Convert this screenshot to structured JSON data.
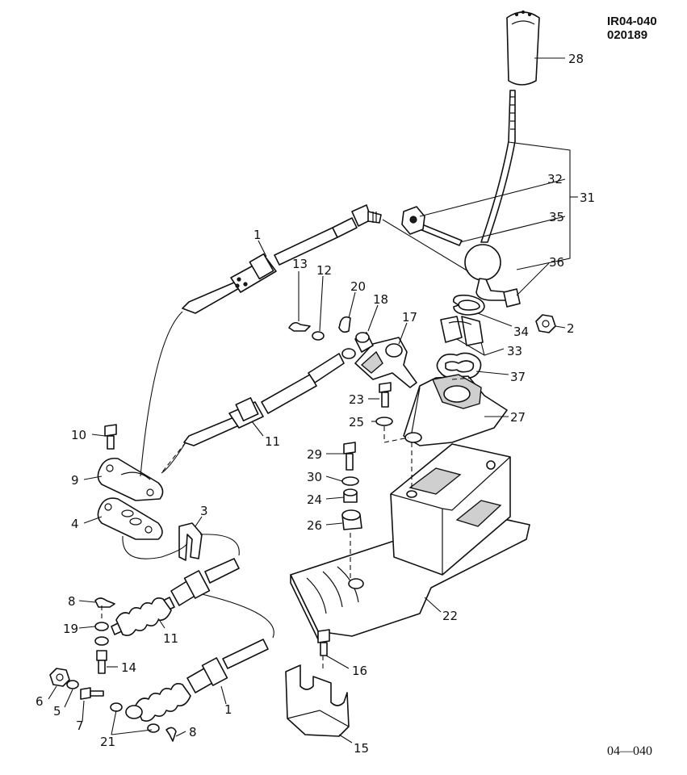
{
  "header": {
    "line1": "IR04-040",
    "line2": "020189"
  },
  "footer": {
    "ref": "04—040"
  },
  "callouts": [
    {
      "id": "c28",
      "text": "28"
    },
    {
      "id": "c32",
      "text": "32"
    },
    {
      "id": "c31",
      "text": "31"
    },
    {
      "id": "c35",
      "text": "35"
    },
    {
      "id": "c36",
      "text": "36"
    },
    {
      "id": "c2",
      "text": "2"
    },
    {
      "id": "c34",
      "text": "34"
    },
    {
      "id": "c33",
      "text": "33"
    },
    {
      "id": "c37",
      "text": "37"
    },
    {
      "id": "c27",
      "text": "27"
    },
    {
      "id": "c1a",
      "text": "1"
    },
    {
      "id": "c13",
      "text": "13"
    },
    {
      "id": "c12",
      "text": "12"
    },
    {
      "id": "c20",
      "text": "20"
    },
    {
      "id": "c18",
      "text": "18"
    },
    {
      "id": "c17",
      "text": "17"
    },
    {
      "id": "c23",
      "text": "23"
    },
    {
      "id": "c25",
      "text": "25"
    },
    {
      "id": "c11a",
      "text": "11"
    },
    {
      "id": "c10",
      "text": "10"
    },
    {
      "id": "c9",
      "text": "9"
    },
    {
      "id": "c4",
      "text": "4"
    },
    {
      "id": "c3",
      "text": "3"
    },
    {
      "id": "c29",
      "text": "29"
    },
    {
      "id": "c30",
      "text": "30"
    },
    {
      "id": "c24",
      "text": "24"
    },
    {
      "id": "c26",
      "text": "26"
    },
    {
      "id": "c8a",
      "text": "8"
    },
    {
      "id": "c19",
      "text": "19"
    },
    {
      "id": "c11b",
      "text": "11"
    },
    {
      "id": "c14",
      "text": "14"
    },
    {
      "id": "c6",
      "text": "6"
    },
    {
      "id": "c5",
      "text": "5"
    },
    {
      "id": "c7",
      "text": "7"
    },
    {
      "id": "c21",
      "text": "21"
    },
    {
      "id": "c8b",
      "text": "8"
    },
    {
      "id": "c1b",
      "text": "1"
    },
    {
      "id": "c22",
      "text": "22"
    },
    {
      "id": "c16",
      "text": "16"
    },
    {
      "id": "c15",
      "text": "15"
    }
  ]
}
